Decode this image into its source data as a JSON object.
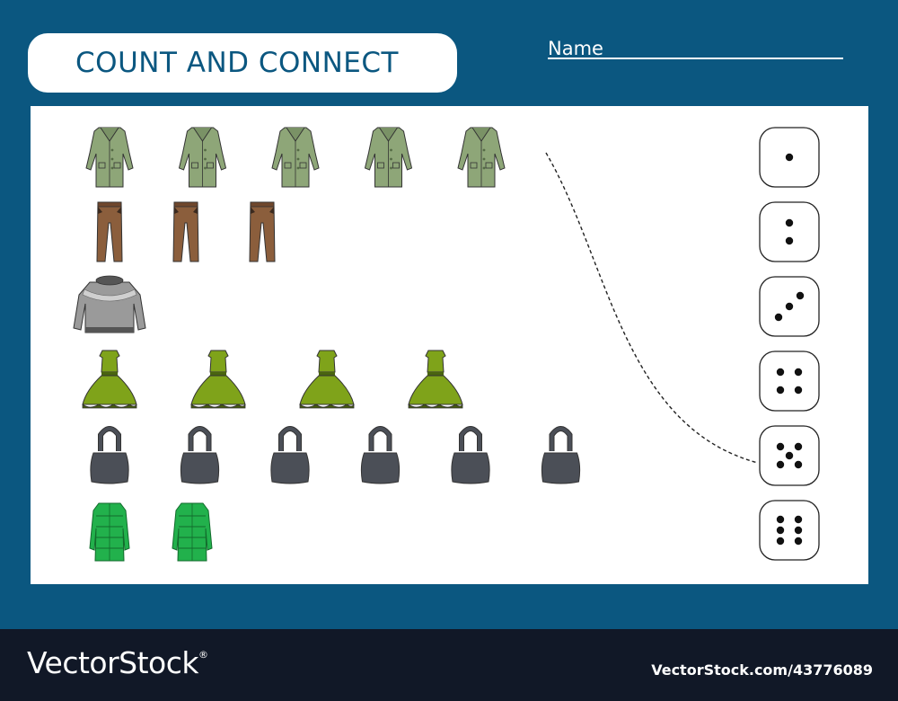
{
  "worksheet": {
    "title": "COUNT AND CONNECT",
    "name_label": "Name",
    "rows": [
      {
        "item": "coat",
        "count": 5
      },
      {
        "item": "trousers",
        "count": 3
      },
      {
        "item": "sweater",
        "count": 1
      },
      {
        "item": "dress",
        "count": 4
      },
      {
        "item": "handbag",
        "count": 6
      },
      {
        "item": "puffer-jacket",
        "count": 2
      }
    ],
    "dice": [
      1,
      2,
      3,
      4,
      5,
      6
    ],
    "example_connection": {
      "row_item": "coat",
      "dice_value": 5
    }
  },
  "footer": {
    "brand": "VectorStock",
    "registered_mark": "®",
    "credit": "VectorStock.com/43776089"
  },
  "colors": {
    "background": "#0b5780",
    "board": "#ffffff",
    "footer": "#111827",
    "coat": "#8ea678",
    "trousers": "#8b5e3c",
    "sweater": "#9a9a9a",
    "dress": "#7fa31a",
    "handbag": "#4b4f57",
    "puffer": "#22b14c"
  }
}
